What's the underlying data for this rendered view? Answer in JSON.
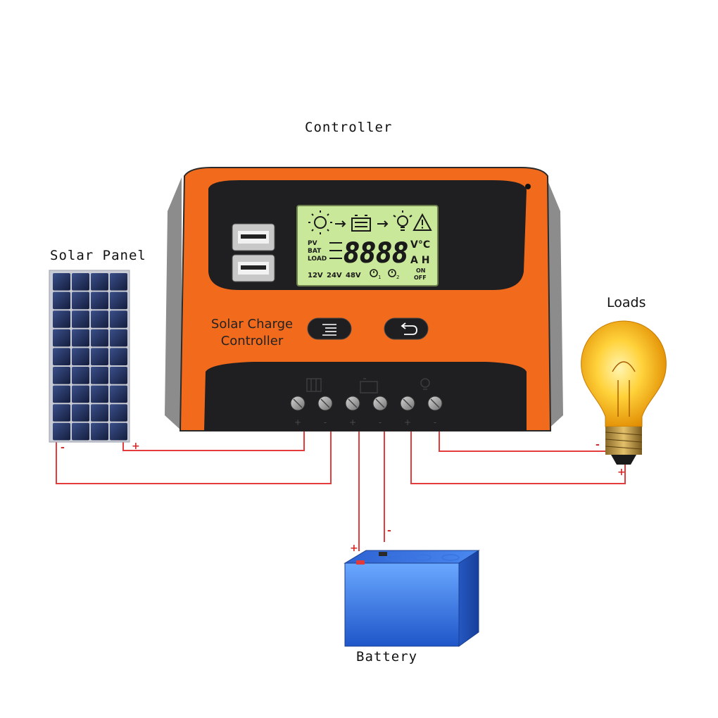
{
  "labels": {
    "controller": "Controller",
    "solar_panel": "Solar Panel",
    "loads": "Loads",
    "battery": "Battery"
  },
  "controller_panel": {
    "brand_line1": "Solar Charge",
    "brand_line2": "Controller",
    "lcd_rows": [
      "PV",
      "BAT",
      "LOAD"
    ],
    "lcd_digits": "8888",
    "lcd_units_top": "V°C",
    "lcd_units_bottom": "A H",
    "lcd_voltages": [
      "12V",
      "24V",
      "48V"
    ],
    "lcd_timer_subs": [
      "1",
      "2"
    ],
    "lcd_on": "ON",
    "lcd_off": "OFF",
    "terminal_signs": [
      "+",
      "-",
      "+",
      "-",
      "+",
      "-"
    ]
  },
  "polarity": {
    "panel_negative": "-",
    "panel_positive": "+",
    "battery_positive": "+",
    "battery_negative": "-",
    "load_negative": "-",
    "load_positive": "+"
  },
  "colors": {
    "controller_orange": "#f26b1d",
    "controller_dark": "#1f1f22",
    "lcd_green": "#c9e89a",
    "wire_red": "#e43c3c",
    "battery_blue": "#2f72e6",
    "bulb_yellow": "#ffc21c",
    "panel_navy": "#1c2a52"
  },
  "icons": [
    "sun-icon",
    "battery-icon",
    "bulb-icon",
    "warning-icon",
    "usb-port-icon",
    "menu-icon",
    "back-icon",
    "alarm-clock-icon"
  ]
}
